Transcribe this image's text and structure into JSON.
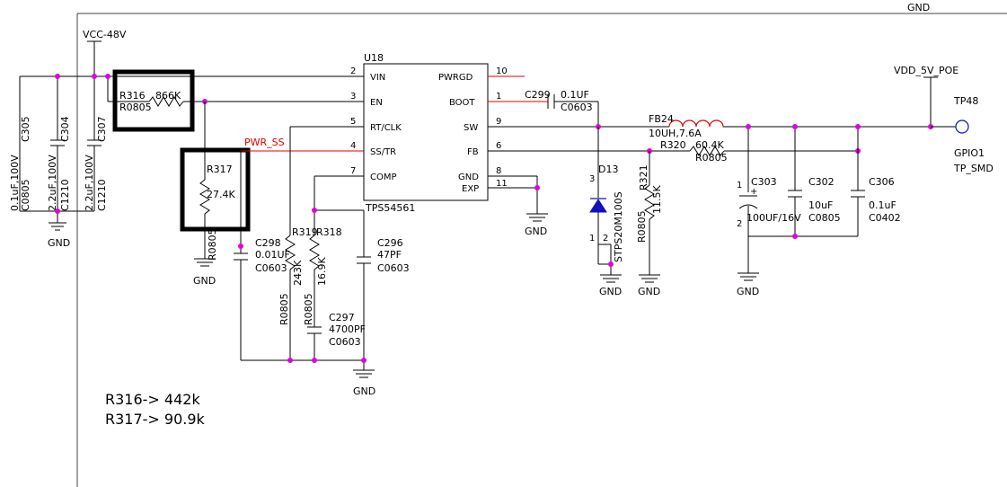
{
  "nets": {
    "vcc": "VCC-48V",
    "vdd": "VDD_5V_POE",
    "pwr_ss": "PWR_SS",
    "gnd": "GND"
  },
  "ic": {
    "ref": "U18",
    "part": "TPS54561",
    "pins_left": [
      {
        "num": "2",
        "name": "VIN"
      },
      {
        "num": "3",
        "name": "EN"
      },
      {
        "num": "5",
        "name": "RT/CLK"
      },
      {
        "num": "4",
        "name": "SS/TR"
      },
      {
        "num": "7",
        "name": "COMP"
      }
    ],
    "pins_right": [
      {
        "num": "10",
        "name": "PWRGD"
      },
      {
        "num": "1",
        "name": "BOOT"
      },
      {
        "num": "9",
        "name": "SW"
      },
      {
        "num": "6",
        "name": "FB"
      },
      {
        "num": "8",
        "name": "GND"
      },
      {
        "num": "11",
        "name": "EXP"
      }
    ]
  },
  "components": {
    "c305": {
      "ref": "C305",
      "value": "0.1uF,100V",
      "pkg": "C0805"
    },
    "c304": {
      "ref": "C304",
      "value": "2.2uF,100V",
      "pkg": "C1210"
    },
    "c307": {
      "ref": "C307",
      "value": "2.2uF,100V",
      "pkg": "C1210"
    },
    "r316": {
      "ref": "R316",
      "value": "866K",
      "pkg": "R0805"
    },
    "r317": {
      "ref": "R317",
      "value": "27.4K",
      "pkg": "R0805"
    },
    "c298": {
      "ref": "C298",
      "value": "0.01UF",
      "pkg": "C0603"
    },
    "r319": {
      "ref": "R319",
      "value": "243K",
      "pkg": "R0805"
    },
    "r318": {
      "ref": "R318",
      "value": "16.9K",
      "pkg": "R0805"
    },
    "c296": {
      "ref": "C296",
      "value": "47PF",
      "pkg": "C0603"
    },
    "c297": {
      "ref": "C297",
      "value": "4700PF",
      "pkg": "C0603"
    },
    "c299": {
      "ref": "C299",
      "value": "0.1UF",
      "pkg": "C0603"
    },
    "d13": {
      "ref": "D13",
      "value": "STPS20M100S",
      "pins": [
        "3",
        "1",
        "2"
      ]
    },
    "fb24": {
      "ref": "FB24",
      "value": "10UH,7.6A"
    },
    "r320": {
      "ref": "R320",
      "value": "60.4K",
      "pkg": "R0805"
    },
    "r321": {
      "ref": "R321",
      "value": "11.5K",
      "pkg": "R0805"
    },
    "c303": {
      "ref": "C303",
      "value": "100UF/16V",
      "pins": [
        "1",
        "+",
        "2"
      ]
    },
    "c302": {
      "ref": "C302",
      "value": "10uF",
      "pkg": "C0805"
    },
    "c306": {
      "ref": "C306",
      "value": "0.1uF",
      "pkg": "C0402"
    },
    "tp48": {
      "ref": "TP48",
      "value": "GPIO1",
      "pkg": "TP_SMD"
    }
  },
  "notes": [
    "R316-> 442k",
    "R317-> 90.9k"
  ]
}
